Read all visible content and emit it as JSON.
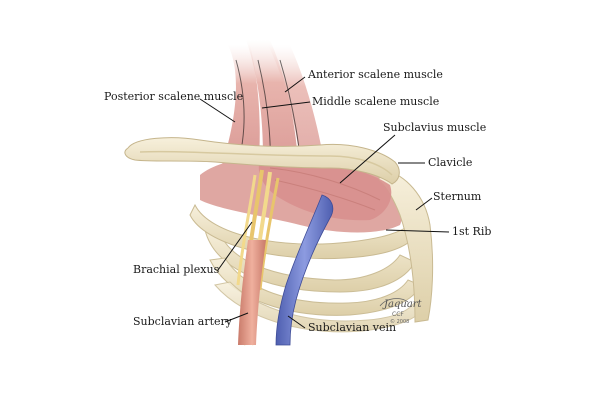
{
  "diagram": {
    "labels": {
      "anterior_scalene": "Anterior scalene muscle",
      "posterior_scalene": "Posterior scalene muscle",
      "middle_scalene": "Middle scalene muscle",
      "subclavius": "Subclavius muscle",
      "clavicle": "Clavicle",
      "sternum": "Sternum",
      "first_rib": "1st Rib",
      "brachial_plexus": "Brachial plexus",
      "subclavian_artery": "Subclavian artery",
      "subclavian_vein": "Subclavian vein"
    },
    "signature": {
      "name": "Jaquart",
      "org": "CCF",
      "copyright": "© 2008"
    },
    "colors": {
      "muscle": "#d99a9a",
      "muscle_light": "#ecc3bd",
      "bone": "#efe5c8",
      "bone_shadow": "#d8caa4",
      "vein": "#6f7fc7",
      "artery": "#d98f7d",
      "nerve": "#f0d78a"
    }
  }
}
